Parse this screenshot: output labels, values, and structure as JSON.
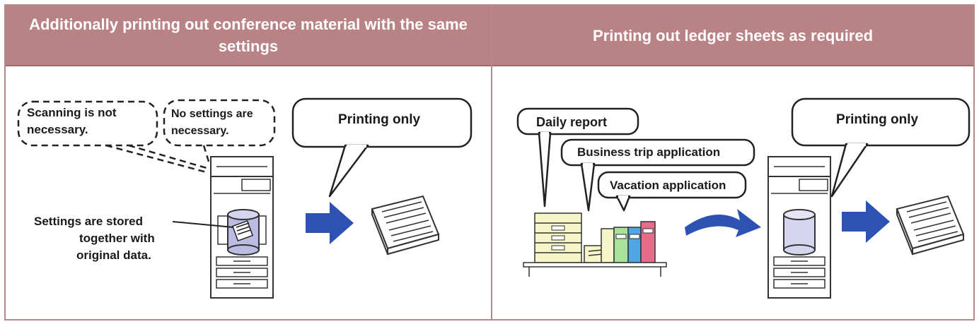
{
  "panels": {
    "left": {
      "title": "Additionally printing out conference material with the same settings",
      "bubble_scan": [
        "Scanning is not",
        "necessary."
      ],
      "bubble_settings": [
        "No settings are",
        "necessary."
      ],
      "bubble_print": "Printing only",
      "stored_note": [
        "Settings are stored",
        "together with",
        "original data."
      ]
    },
    "right": {
      "title": "Printing out ledger sheets as required",
      "bubble_daily": "Daily report",
      "bubble_trip": "Business trip application",
      "bubble_vacation": "Vacation application",
      "bubble_print": "Printing only"
    }
  },
  "colors": {
    "header_bg": "#b98385",
    "border": "#b5888a",
    "arrow": "#2e52b3",
    "storage": "#bcbbe3",
    "binder_green": "#a9e39b",
    "binder_blue": "#4fa6e3",
    "binder_pink": "#e96b8a",
    "binder_cream": "#f5f5c9"
  }
}
